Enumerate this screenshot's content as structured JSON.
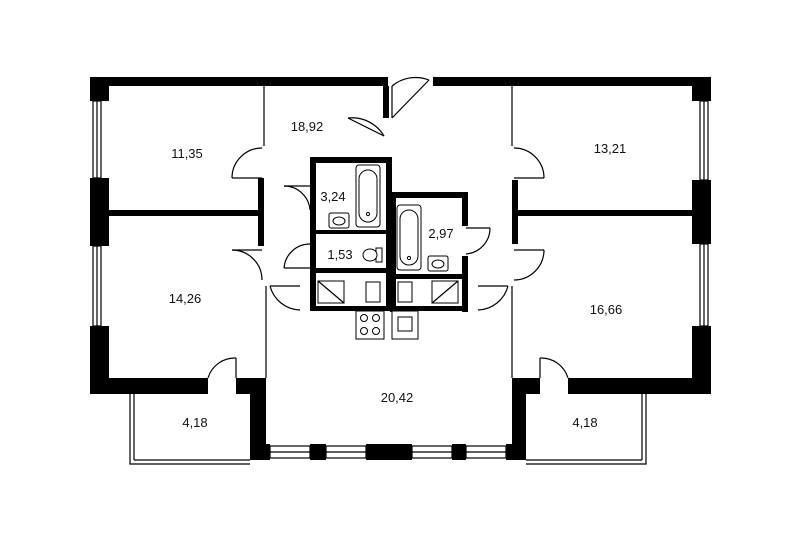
{
  "floorplan": {
    "rooms": [
      {
        "id": "room-top-left",
        "area": "11,35"
      },
      {
        "id": "room-corridor",
        "area": "18,92"
      },
      {
        "id": "bathroom-left",
        "area": "3,24"
      },
      {
        "id": "wc",
        "area": "1,53"
      },
      {
        "id": "bathroom-right",
        "area": "2,97"
      },
      {
        "id": "room-top-right",
        "area": "13,21"
      },
      {
        "id": "room-mid-left",
        "area": "14,26"
      },
      {
        "id": "room-mid-right",
        "area": "16,66"
      },
      {
        "id": "living-kitchen",
        "area": "20,42"
      },
      {
        "id": "balcony-left",
        "area": "4,18"
      },
      {
        "id": "balcony-right",
        "area": "4,18"
      }
    ]
  }
}
